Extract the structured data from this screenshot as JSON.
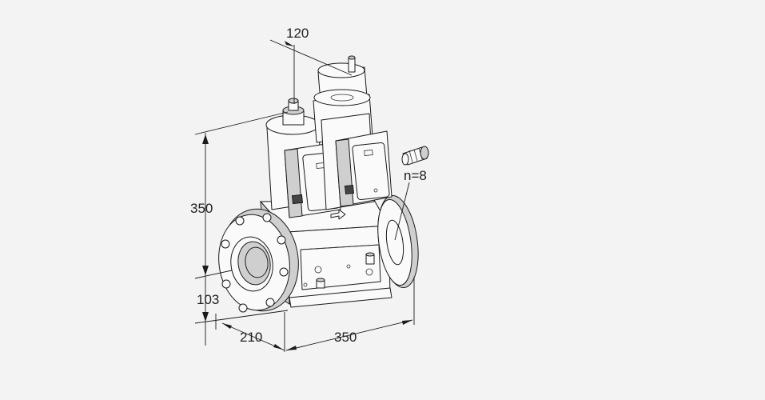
{
  "drawing": {
    "dimensions": {
      "top_width": "120",
      "height": "350",
      "flange_height": "103",
      "depth": "210",
      "length": "350"
    },
    "annotation": "n=8"
  }
}
